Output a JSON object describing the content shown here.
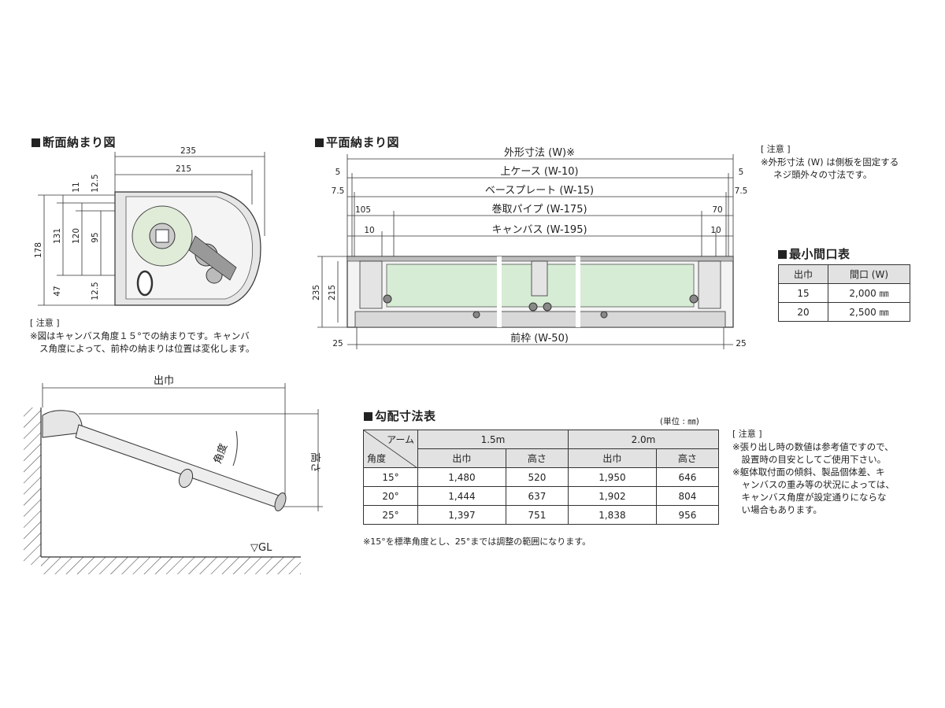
{
  "section": {
    "cross": "断面納まり図",
    "plan": "平面納まり図",
    "min_opening": "最小間口表",
    "slope": "勾配寸法表"
  },
  "cross_dims": {
    "w235": "235",
    "w215": "215",
    "v178": "178",
    "v131": "131",
    "v120": "120",
    "v95": "95",
    "v11": "11",
    "v12_5_top": "12.5",
    "v47": "47",
    "v12_5_bot": "12.5"
  },
  "cross_note": {
    "title": "[ 注意 ]",
    "line1": "※図はキャンバス角度１５°での納まりです。キャンバ",
    "line2": "ス角度によって、前枠の納まりは位置は変化します。"
  },
  "plan_dims": {
    "outer": "外形寸法 (W)※",
    "upper_case": "上ケース (W-10)",
    "base_plate": "ベースプレート (W-15)",
    "roll_pipe": "巻取パイプ (W-175)",
    "canvas": "キャンバス (W-195)",
    "front_frame": "前枠 (W-50)",
    "l5": "5",
    "r5": "5",
    "l7_5": "7.5",
    "r7_5": "7.5",
    "l105": "105",
    "r70": "70",
    "l10": "10",
    "r10": "10",
    "l25": "25",
    "r25": "25",
    "h235": "235",
    "h215": "215"
  },
  "plan_note": {
    "title": "[ 注意 ]",
    "line1": "※外形寸法 (W) は側板を固定する",
    "line2": "ネジ頭外々の寸法です。"
  },
  "min_table": {
    "headers": [
      "出巾",
      "間口 (W)"
    ],
    "rows": [
      [
        "15",
        "2,000 ㎜"
      ],
      [
        "20",
        "2,500 ㎜"
      ]
    ]
  },
  "side": {
    "projection": "出巾",
    "angle": "角度",
    "height": "高さ",
    "gl": "▽GL"
  },
  "slope_table": {
    "unit": "(単位 : ㎜)",
    "arm_label": "アーム",
    "angle_label": "角度",
    "arm_values": [
      "1.5m",
      "2.0m"
    ],
    "sub_headers": [
      "出巾",
      "高さ",
      "出巾",
      "高さ"
    ],
    "rows": [
      [
        "15°",
        "1,480",
        "520",
        "1,950",
        "646"
      ],
      [
        "20°",
        "1,444",
        "637",
        "1,902",
        "804"
      ],
      [
        "25°",
        "1,397",
        "751",
        "1,838",
        "956"
      ]
    ],
    "footnote": "※15°を標準角度とし、25°までは調整の範囲になります。"
  },
  "slope_note": {
    "title": "[ 注意 ]",
    "lines": [
      "※張り出し時の数値は参考値ですので、",
      "　設置時の目安としてご使用下さい。",
      "※躯体取付面の傾斜、製品個体差、キ",
      "　ャンバスの重み等の状況によっては、",
      "　キャンバス角度が設定通りにならな",
      "　い場合もあります。"
    ]
  },
  "colors": {
    "canvas_green": "#d7ecd4",
    "line": "#333333",
    "gray": "#cfcfcf"
  }
}
